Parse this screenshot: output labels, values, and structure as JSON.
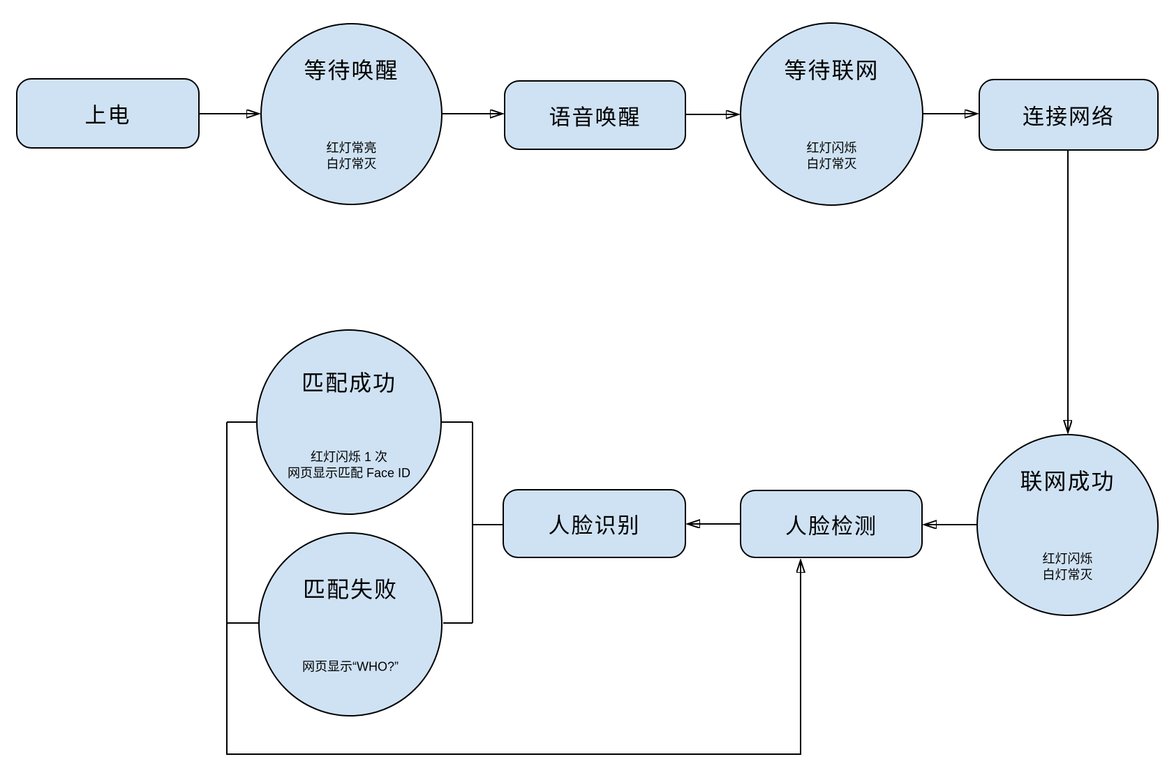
{
  "diagram": {
    "type": "flowchart",
    "colors": {
      "node_fill": "#cfe2f3",
      "node_border": "#000000",
      "edge": "#000000",
      "background": "#ffffff"
    },
    "nodes": {
      "power_on": {
        "shape": "rounded-rect",
        "label": "上电"
      },
      "wait_wake": {
        "shape": "circle",
        "label": "等待唤醒",
        "sub_lines": [
          "红灯常亮",
          "白灯常灭"
        ]
      },
      "voice_wake": {
        "shape": "rounded-rect",
        "label": "语音唤醒"
      },
      "wait_network": {
        "shape": "circle",
        "label": "等待联网",
        "sub_lines": [
          "红灯闪烁",
          "白灯常灭"
        ]
      },
      "connect_network": {
        "shape": "rounded-rect",
        "label": "连接网络"
      },
      "network_success": {
        "shape": "circle",
        "label": "联网成功",
        "sub_lines": [
          "红灯闪烁",
          "白灯常灭"
        ]
      },
      "face_detect": {
        "shape": "rounded-rect",
        "label": "人脸检测"
      },
      "face_recognize": {
        "shape": "rounded-rect",
        "label": "人脸识别"
      },
      "match_success": {
        "shape": "circle",
        "label": "匹配成功",
        "sub_lines": [
          "红灯闪烁 1 次",
          "网页显示匹配 Face ID"
        ]
      },
      "match_fail": {
        "shape": "circle",
        "label": "匹配失败",
        "sub_lines": [
          "网页显示“WHO?”"
        ]
      }
    },
    "edges": [
      {
        "from": "power_on",
        "to": "wait_wake",
        "arrow": true
      },
      {
        "from": "wait_wake",
        "to": "voice_wake",
        "arrow": true
      },
      {
        "from": "voice_wake",
        "to": "wait_network",
        "arrow": true
      },
      {
        "from": "wait_network",
        "to": "connect_network",
        "arrow": true
      },
      {
        "from": "connect_network",
        "to": "network_success",
        "arrow": true
      },
      {
        "from": "network_success",
        "to": "face_detect",
        "arrow": true
      },
      {
        "from": "face_detect",
        "to": "face_recognize",
        "arrow": true
      },
      {
        "from": "face_recognize",
        "to": "match_success",
        "arrow": false
      },
      {
        "from": "face_recognize",
        "to": "match_fail",
        "arrow": false
      },
      {
        "from": "match_success",
        "to": "face_detect",
        "arrow": true
      },
      {
        "from": "match_fail",
        "to": "face_detect",
        "arrow": true
      }
    ]
  }
}
